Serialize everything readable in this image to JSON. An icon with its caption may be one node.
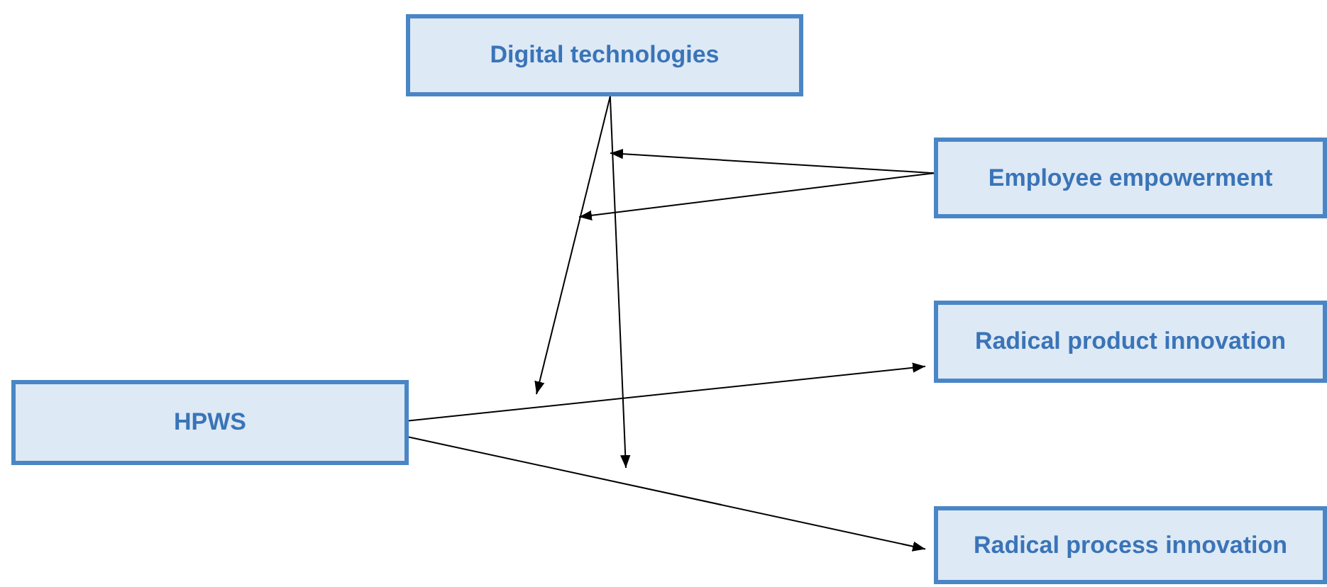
{
  "diagram": {
    "nodes": [
      {
        "text": [
          "Digital technologies"
        ]
      },
      {
        "text": [
          "Employee empowerment"
        ]
      },
      {
        "text": [
          "Radical product innovation"
        ]
      },
      {
        "text": [
          "HPWS"
        ]
      },
      {
        "text": [
          "Radical process innovation"
        ]
      }
    ],
    "edges": [
      {
        "from": 3,
        "to": 2,
        "arrow": "to"
      },
      {
        "from": 3,
        "to": 4,
        "arrow": "to"
      },
      {
        "from": 0,
        "to": null,
        "arrow": "to"
      },
      {
        "from": 0,
        "to": null,
        "arrow": "to"
      },
      {
        "from": 1,
        "to": null,
        "arrow": "to"
      },
      {
        "from": 1,
        "to": null,
        "arrow": "to"
      }
    ]
  }
}
